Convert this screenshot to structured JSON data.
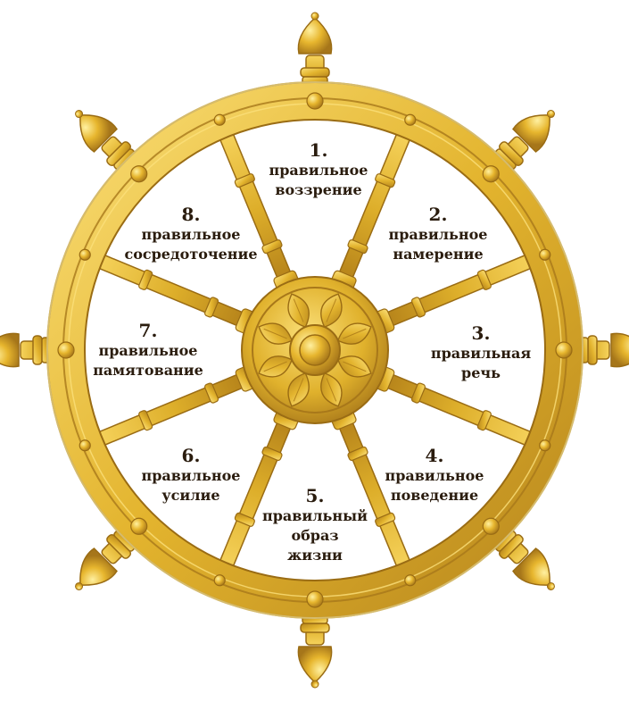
{
  "colors": {
    "gold_light": "#f8d86a",
    "gold": "#e0b12c",
    "gold_dark": "#a8781a",
    "text": "#2a1c0e",
    "background": "#ffffff"
  },
  "segments": [
    {
      "num": "1.",
      "text": "правильное\nвоззрение"
    },
    {
      "num": "2.",
      "text": "правильное\nнамерение"
    },
    {
      "num": "3.",
      "text": "правильная\nречь"
    },
    {
      "num": "4.",
      "text": "правильное\nповедение"
    },
    {
      "num": "5.",
      "text": "правильный\nобраз\nжизни"
    },
    {
      "num": "6.",
      "text": "правильное\nусилие"
    },
    {
      "num": "7.",
      "text": "правильное\nпамятование"
    },
    {
      "num": "8.",
      "text": "правильное\nсосредоточение"
    }
  ]
}
